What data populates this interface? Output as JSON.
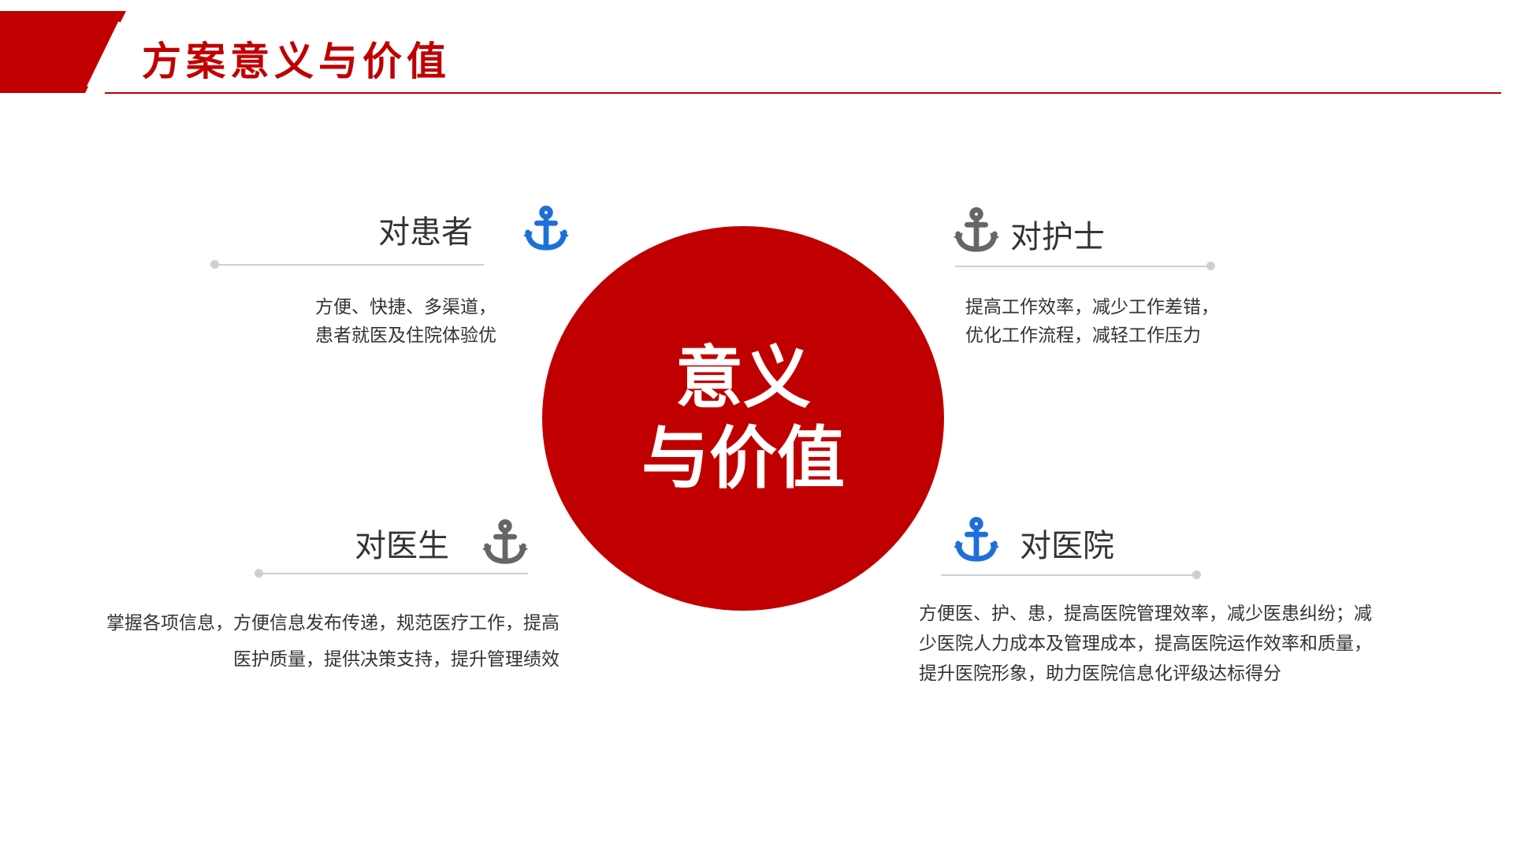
{
  "header": {
    "title": "方案意义与价值"
  },
  "center": {
    "line1": "意义",
    "line2": "与价值"
  },
  "colors": {
    "accent": "#c00000",
    "anchor_blue": "#1e6fd9",
    "anchor_gray": "#666666",
    "line_gray": "#cfcfcf"
  },
  "sections": {
    "patient": {
      "title": "对患者",
      "icon": "anchor-icon",
      "desc1": "方便、快捷、多渠道，",
      "desc2": "患者就医及住院体验优"
    },
    "nurse": {
      "title": "对护士",
      "icon": "anchor-icon",
      "desc1": "提高工作效率，减少工作差错，",
      "desc2": "优化工作流程，减轻工作压力"
    },
    "doctor": {
      "title": "对医生",
      "icon": "anchor-icon",
      "desc1": "掌握各项信息，方便信息发布传递，规范医疗工作，提高",
      "desc2": "医护质量，提供决策支持，提升管理绩效"
    },
    "hospital": {
      "title": "对医院",
      "icon": "anchor-icon",
      "desc1": "方便医、护、患，提高医院管理效率，减少医患纠纷；减",
      "desc2": "少医院人力成本及管理成本，提高医院运作效率和质量，",
      "desc3": "提升医院形象，助力医院信息化评级达标得分"
    }
  }
}
